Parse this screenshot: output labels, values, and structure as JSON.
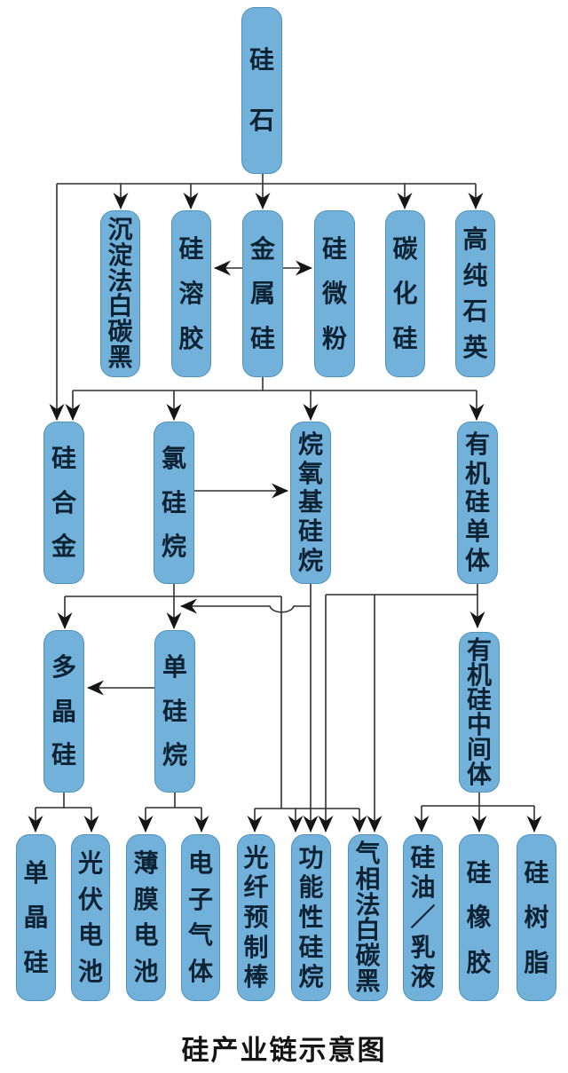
{
  "title": "硅产业链示意图",
  "colors": {
    "node_fill": "#72B2DA",
    "node_border": "#4E93BE",
    "node_text": "#0D2233",
    "connector_line": "#2F2F2F",
    "arrowhead": "#151515",
    "background": "#FFFFFF"
  },
  "levels": [
    {
      "nodes": [
        "硅石"
      ]
    },
    {
      "nodes": [
        "沉淀法白碳黑",
        "硅溶胶",
        "金属硅",
        "硅微粉",
        "碳化硅",
        "高纯石英"
      ]
    },
    {
      "nodes": [
        "硅合金",
        "氯硅烷",
        "烷氧基硅烷",
        "有机硅单体"
      ]
    },
    {
      "nodes": [
        "多晶硅",
        "单硅烷",
        "有机硅中间体"
      ]
    },
    {
      "nodes": [
        "单晶硅",
        "光伏电池",
        "薄膜电池",
        "电子气体",
        "光纤预制棒",
        "功能性硅烷",
        "气相法白碳黑",
        "硅油／乳液",
        "硅橡胶",
        "硅树脂"
      ]
    }
  ],
  "edges": [
    {
      "from": "硅石",
      "to": "沉淀法白碳黑"
    },
    {
      "from": "硅石",
      "to": "硅溶胶"
    },
    {
      "from": "硅石",
      "to": "金属硅"
    },
    {
      "from": "硅石",
      "to": "碳化硅"
    },
    {
      "from": "硅石",
      "to": "高纯石英"
    },
    {
      "from": "硅石",
      "to": "硅合金"
    },
    {
      "from": "金属硅",
      "to": "硅溶胶"
    },
    {
      "from": "金属硅",
      "to": "硅微粉"
    },
    {
      "from": "金属硅",
      "to": "硅合金"
    },
    {
      "from": "金属硅",
      "to": "氯硅烷"
    },
    {
      "from": "金属硅",
      "to": "烷氧基硅烷"
    },
    {
      "from": "金属硅",
      "to": "有机硅单体"
    },
    {
      "from": "氯硅烷",
      "to": "烷氧基硅烷"
    },
    {
      "from": "氯硅烷",
      "to": "多晶硅"
    },
    {
      "from": "氯硅烷",
      "to": "单硅烷"
    },
    {
      "from": "氯硅烷",
      "to": "光纤预制棒"
    },
    {
      "from": "氯硅烷",
      "to": "功能性硅烷"
    },
    {
      "from": "氯硅烷",
      "to": "气相法白碳黑"
    },
    {
      "from": "烷氧基硅烷",
      "to": "单硅烷"
    },
    {
      "from": "烷氧基硅烷",
      "to": "功能性硅烷"
    },
    {
      "from": "单硅烷",
      "to": "多晶硅"
    },
    {
      "from": "单硅烷",
      "to": "薄膜电池"
    },
    {
      "from": "单硅烷",
      "to": "电子气体"
    },
    {
      "from": "多晶硅",
      "to": "单晶硅"
    },
    {
      "from": "多晶硅",
      "to": "光伏电池"
    },
    {
      "from": "有机硅单体",
      "to": "有机硅中间体"
    },
    {
      "from": "有机硅单体",
      "to": "功能性硅烷"
    },
    {
      "from": "有机硅单体",
      "to": "气相法白碳黑"
    },
    {
      "from": "有机硅中间体",
      "to": "硅油／乳液"
    },
    {
      "from": "有机硅中间体",
      "to": "硅橡胶"
    },
    {
      "from": "有机硅中间体",
      "to": "硅树脂"
    }
  ]
}
